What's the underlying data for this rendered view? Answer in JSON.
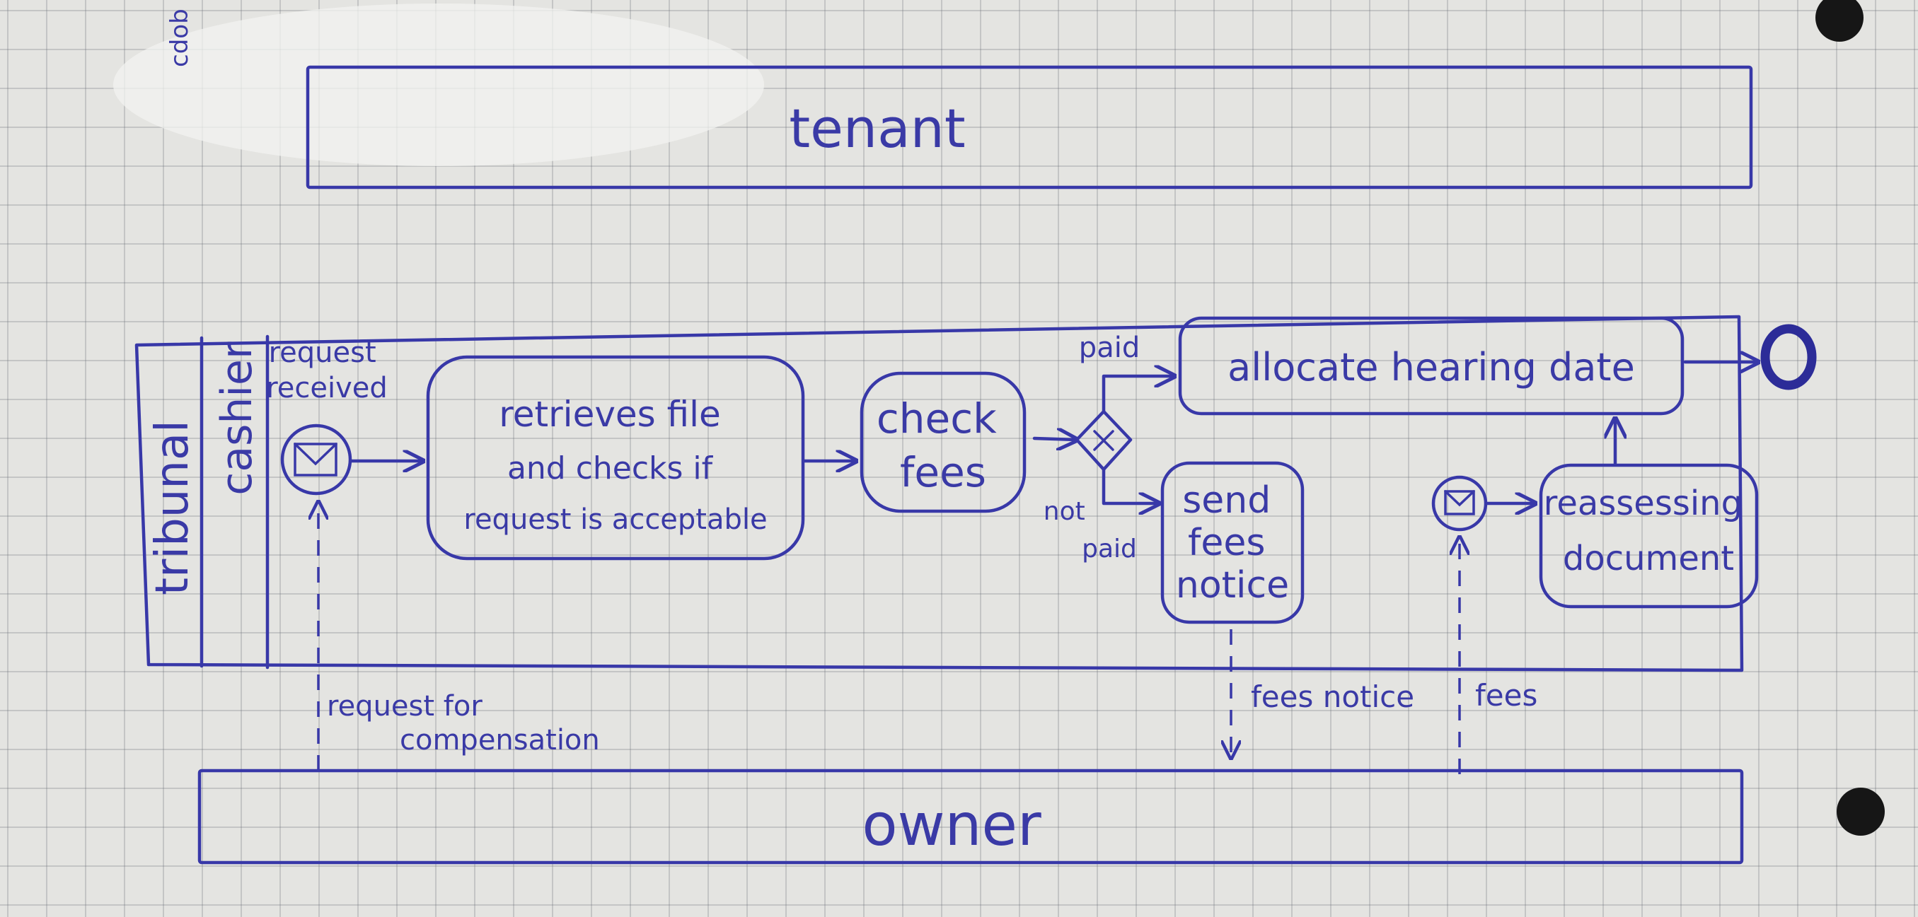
{
  "pools": {
    "tenant": "tenant",
    "owner": "owner",
    "tribunal": "tribunal",
    "cashier": "cashier"
  },
  "events": {
    "request_received": [
      "request",
      "received"
    ]
  },
  "tasks": {
    "retrieve_file": [
      "retrieves file",
      "and checks if",
      "request is acceptable"
    ],
    "check_fees": [
      "check",
      "fees"
    ],
    "allocate_hearing": "allocate hearing date",
    "send_fees_notice": [
      "send",
      "fees",
      "notice"
    ],
    "reassessing_document": [
      "reassessing",
      "document"
    ]
  },
  "gateway": {
    "paid": "paid",
    "not_paid": [
      "not",
      "paid"
    ]
  },
  "messages": {
    "request_for_compensation": [
      "request for",
      "compensation"
    ],
    "fees_notice": "fees notice",
    "fees": "fees"
  },
  "corner_mark": "cdob",
  "colors": {
    "ink": "#3838a8",
    "paper": "#e4e4e1"
  }
}
